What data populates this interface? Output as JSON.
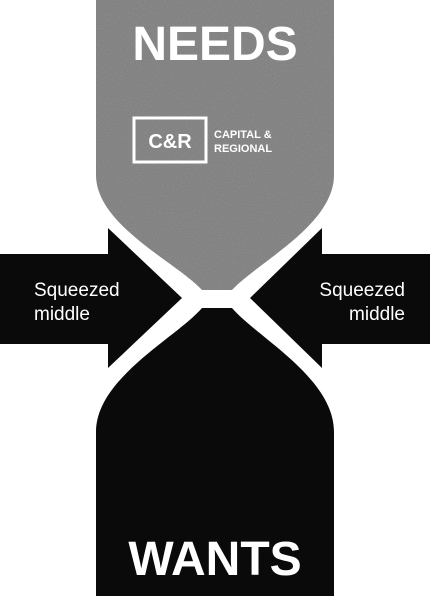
{
  "top_label": "NEEDS",
  "bottom_label": "WANTS",
  "logo": {
    "monogram": "C&R",
    "text_line1": "CAPITAL &",
    "text_line2": "REGIONAL"
  },
  "left_arrow": {
    "line1": "Squeezed",
    "line2": "middle"
  },
  "right_arrow": {
    "line1": "Squeezed",
    "line2": "middle"
  },
  "colors": {
    "top_fill": "#8e8e8e",
    "bottom_fill": "#0a0a0a",
    "arrow_fill": "#0a0a0a",
    "label_text": "#ffffff",
    "background": "#ffffff"
  }
}
